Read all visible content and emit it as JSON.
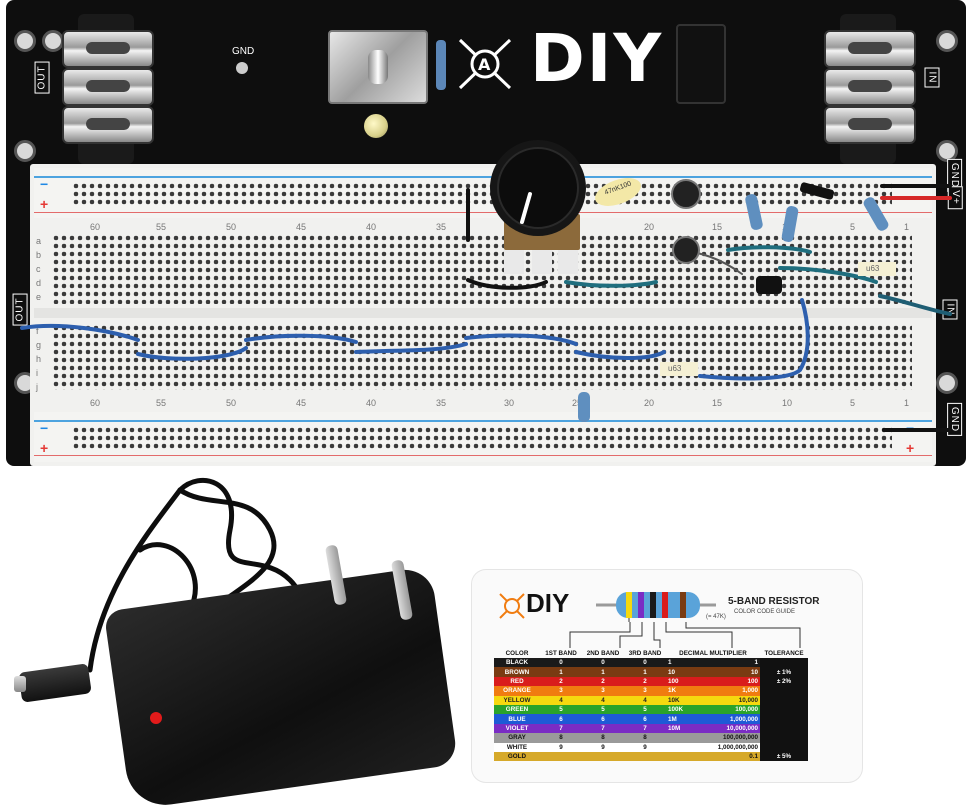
{
  "board": {
    "brand": "DIY",
    "gnd_label": "GND",
    "jack_left_label": "OUT",
    "jack_right_label": "IN",
    "rail_labels": {
      "v_plus": "V+",
      "gnd": "GND",
      "out": "OUT",
      "in": "IN"
    },
    "row_letters_top": [
      "a",
      "b",
      "c",
      "d",
      "e"
    ],
    "row_letters_bottom": [
      "f",
      "g",
      "h",
      "i",
      "j"
    ],
    "column_numbers": [
      "60",
      "55",
      "50",
      "45",
      "40",
      "35",
      "30",
      "25",
      "20",
      "15",
      "10",
      "5",
      "1"
    ],
    "parts": {
      "cap_label": "47nK100",
      "chip_label": "u63"
    }
  },
  "card": {
    "brand": "DIY",
    "title": "5-BAND RESISTOR",
    "subtitle": "COLOR CODE GUIDE",
    "example": "(= 47K)",
    "headers": [
      "COLOR",
      "1ST BAND",
      "2ND BAND",
      "3RD BAND",
      "DECIMAL MULTIPLIER",
      "TOLERANCE"
    ],
    "rows": [
      {
        "name": "BLACK",
        "d1": "0",
        "d2": "0",
        "d3": "0",
        "m1": "1",
        "m2": "1",
        "tol": "",
        "bg": "#1a1a1a",
        "fg": "#ffffff"
      },
      {
        "name": "BROWN",
        "d1": "1",
        "d2": "1",
        "d3": "1",
        "m1": "10",
        "m2": "10",
        "tol": "± 1%",
        "bg": "#7a3b12",
        "fg": "#ffffff"
      },
      {
        "name": "RED",
        "d1": "2",
        "d2": "2",
        "d3": "2",
        "m1": "100",
        "m2": "100",
        "tol": "± 2%",
        "bg": "#d91c1c",
        "fg": "#ffffff"
      },
      {
        "name": "ORANGE",
        "d1": "3",
        "d2": "3",
        "d3": "3",
        "m1": "1K",
        "m2": "1,000",
        "tol": "",
        "bg": "#f07c10",
        "fg": "#ffffff"
      },
      {
        "name": "YELLOW",
        "d1": "4",
        "d2": "4",
        "d3": "4",
        "m1": "10K",
        "m2": "10,000",
        "tol": "",
        "bg": "#f5d90f",
        "fg": "#222222"
      },
      {
        "name": "GREEN",
        "d1": "5",
        "d2": "5",
        "d3": "5",
        "m1": "100K",
        "m2": "100,000",
        "tol": "",
        "bg": "#2aa32a",
        "fg": "#ffffff"
      },
      {
        "name": "BLUE",
        "d1": "6",
        "d2": "6",
        "d3": "6",
        "m1": "1M",
        "m2": "1,000,000",
        "tol": "",
        "bg": "#1e5ad6",
        "fg": "#ffffff"
      },
      {
        "name": "VIOLET",
        "d1": "7",
        "d2": "7",
        "d3": "7",
        "m1": "10M",
        "m2": "10,000,000",
        "tol": "",
        "bg": "#7a2cc4",
        "fg": "#ffffff"
      },
      {
        "name": "GRAY",
        "d1": "8",
        "d2": "8",
        "d3": "8",
        "m1": "",
        "m2": "100,000,000",
        "tol": "",
        "bg": "#9a9a9a",
        "fg": "#111111"
      },
      {
        "name": "WHITE",
        "d1": "9",
        "d2": "9",
        "d3": "9",
        "m1": "",
        "m2": "1,000,000,000",
        "tol": "",
        "bg": "#ffffff",
        "fg": "#111111"
      },
      {
        "name": "GOLD",
        "d1": "",
        "d2": "",
        "d3": "",
        "m1": "",
        "m2": "0.1",
        "tol": "± 5%",
        "bg": "#d6a92a",
        "fg": "#111111"
      }
    ]
  }
}
